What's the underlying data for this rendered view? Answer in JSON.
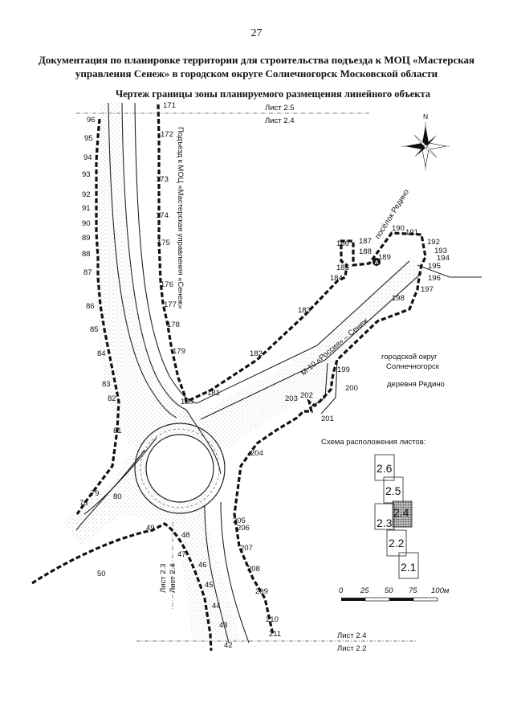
{
  "page": {
    "number": "27",
    "title_line1": "Документация по планировке территории для строительства подъезда к МОЦ «Мастерская",
    "title_line2": "управления Сенеж» в городском округе Солнечногорск Московской области",
    "drawing_title": "Чертеж границы зоны планируемого размещения линейного объекта"
  },
  "map": {
    "road_labels": {
      "access_road": "Подъезд к МОЦ «Мастерская управления «Сенеж»",
      "highway": "М-10 «Россия» – Сенеж"
    },
    "place_labels": {
      "settlement": "посёлок Редино",
      "district_line1": "городской округ",
      "district_line2": "Солнечногорск",
      "village": "деревня Редино"
    },
    "compass_label": "N",
    "marker_label": "A",
    "sheet_boundaries": [
      {
        "upper": "Лист 2.5",
        "lower": "Лист 2.4"
      },
      {
        "upper": "Лист 2.4",
        "lower": "Лист 2.2"
      },
      {
        "left": "Лист 2.3",
        "right": "Лист 2.4"
      }
    ],
    "points": [
      "171",
      "172",
      "173",
      "174",
      "175",
      "176",
      "177",
      "178",
      "179",
      "180",
      "181",
      "182",
      "183",
      "184",
      "185",
      "186",
      "187",
      "188",
      "189",
      "190",
      "191",
      "192",
      "193",
      "194",
      "195",
      "196",
      "197",
      "198",
      "199",
      "200",
      "201",
      "202",
      "203",
      "204",
      "205",
      "206",
      "207",
      "208",
      "209",
      "210",
      "211",
      "96",
      "95",
      "94",
      "93",
      "92",
      "91",
      "90",
      "89",
      "88",
      "87",
      "86",
      "85",
      "84",
      "83",
      "82",
      "81",
      "80",
      "79",
      "78",
      "50",
      "49",
      "48",
      "47",
      "46",
      "45",
      "44",
      "43",
      "42"
    ]
  },
  "sheet_scheme": {
    "title": "Схема расположения листов:",
    "sheets": [
      "2.6",
      "2.5",
      "2.4",
      "2.3",
      "2.2",
      "2.1"
    ],
    "current_sheet": "2.4"
  },
  "scale_bar": {
    "ticks": [
      "0",
      "25",
      "50",
      "75",
      "100м"
    ]
  }
}
